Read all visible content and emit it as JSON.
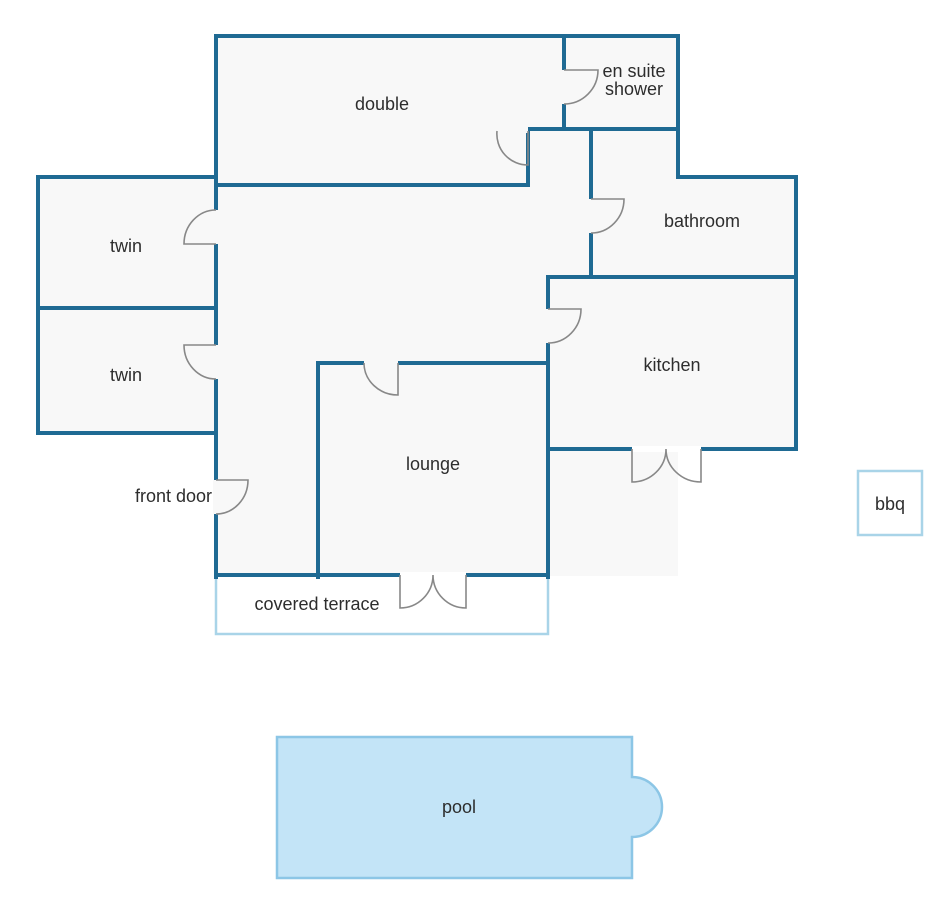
{
  "rooms": {
    "double": "double",
    "en_suite_line1": "en suite",
    "en_suite_line2": "shower",
    "bathroom": "bathroom",
    "twin_upper": "twin",
    "twin_lower": "twin",
    "kitchen": "kitchen",
    "lounge": "lounge",
    "front_door": "front door",
    "covered_terrace": "covered terrace",
    "bbq": "bbq",
    "pool": "pool"
  },
  "colors": {
    "wall": "#1f6a93",
    "light_outline": "#a9d4e8",
    "pool_fill": "#c3e4f7",
    "floor": "#f8f8f8",
    "door_swing": "#888888"
  }
}
